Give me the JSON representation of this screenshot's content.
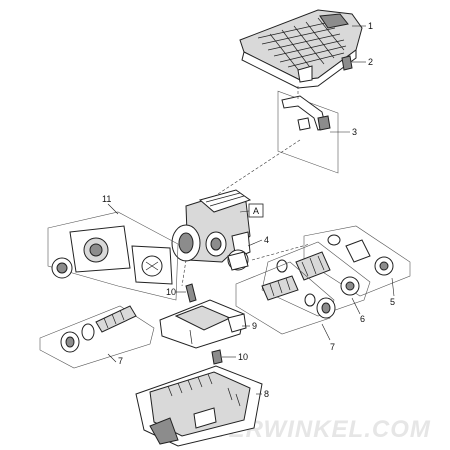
{
  "labels": {
    "l1": "1",
    "l2": "2",
    "l3": "3",
    "l4": "4",
    "l5": "5",
    "l6": "6",
    "l7a": "7",
    "l7b": "7",
    "l8": "8",
    "l9": "9",
    "l10a": "10",
    "l10b": "10",
    "l11": "11",
    "lA": "A"
  },
  "watermark": "WERWINKEL.COM"
}
